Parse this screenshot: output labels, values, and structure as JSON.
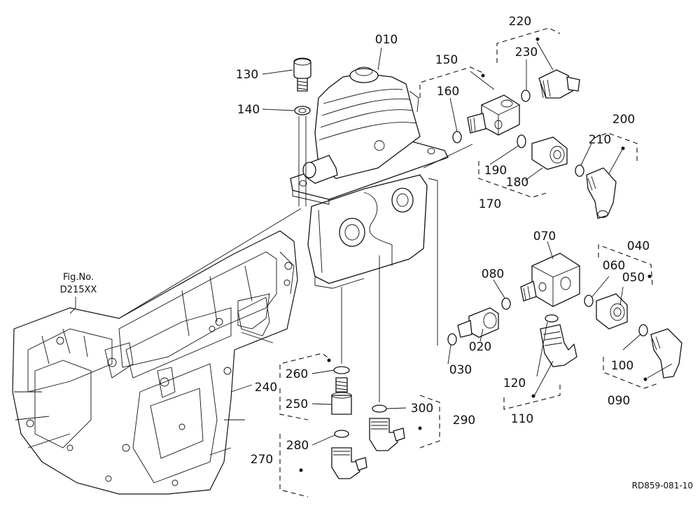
{
  "figure_ref": {
    "line1": "Fig.No.",
    "line2": "D215XX"
  },
  "drawing_code": "RD859-081-10",
  "parts": {
    "p010": "010",
    "p020": "020",
    "p030": "030",
    "p040": "040",
    "p050": "050",
    "p060": "060",
    "p070": "070",
    "p080": "080",
    "p090": "090",
    "p100": "100",
    "p110": "110",
    "p120": "120",
    "p130": "130",
    "p140": "140",
    "p150": "150",
    "p160": "160",
    "p170": "170",
    "p180": "180",
    "p190": "190",
    "p200": "200",
    "p210": "210",
    "p220": "220",
    "p230": "230",
    "p240": "240",
    "p250": "250",
    "p260": "260",
    "p270": "270",
    "p280": "280",
    "p290": "290",
    "p300": "300"
  }
}
